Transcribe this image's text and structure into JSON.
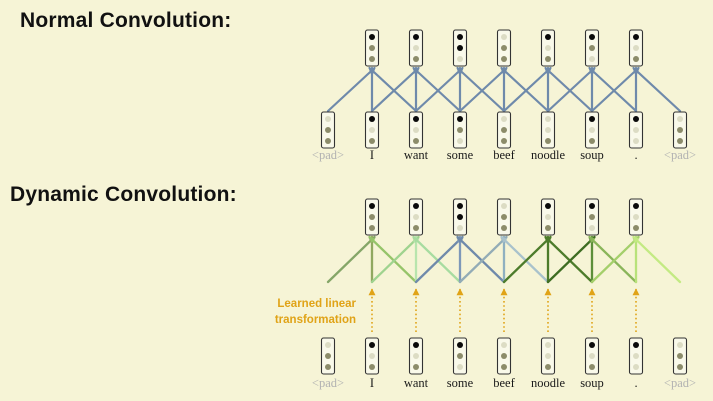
{
  "titles": {
    "normal": "Normal Convolution:",
    "dynamic": "Dynamic Convolution:"
  },
  "learned_label": [
    "Learned linear",
    "transformation"
  ],
  "tokens": [
    "<pad>",
    "I",
    "want",
    "some",
    "beef",
    "noodle",
    "soup",
    ".",
    "<pad>"
  ],
  "pad_flags": [
    true,
    false,
    false,
    false,
    false,
    false,
    false,
    false,
    true
  ],
  "input_vectors": [
    [
      "light",
      "mid",
      "mid"
    ],
    [
      "dark",
      "light",
      "mid"
    ],
    [
      "dark",
      "light",
      "mid"
    ],
    [
      "dark",
      "mid",
      "light"
    ],
    [
      "light",
      "mid",
      "mid"
    ],
    [
      "light",
      "light",
      "mid"
    ],
    [
      "dark",
      "light",
      "mid"
    ],
    [
      "dark",
      "light",
      "light"
    ],
    [
      "light",
      "mid",
      "mid"
    ]
  ],
  "output_vectors": [
    [
      "dark",
      "mid",
      "mid"
    ],
    [
      "dark",
      "light",
      "mid"
    ],
    [
      "dark",
      "dark",
      "light"
    ],
    [
      "light",
      "mid",
      "mid"
    ],
    [
      "dark",
      "light",
      "mid"
    ],
    [
      "dark",
      "mid",
      "light"
    ],
    [
      "dark",
      "light",
      "mid"
    ]
  ],
  "colors": {
    "background": "#f6f4d6",
    "normal_arrows": "#6f8aab",
    "learned_accent": "#e0a317",
    "dot_dark": "#0a0a0a",
    "dot_mid": "#8c8c6a",
    "dot_light": "#dcdcc4",
    "box_stroke": "#333333",
    "box_fill": "#f9f9ea",
    "dynamic_weights": [
      [
        "#85a668",
        "#90a860",
        "#96c46a"
      ],
      [
        "#9fd38f",
        "#b8e5ad",
        "#a7dca0"
      ],
      [
        "#6f8aab",
        "#7d98b9",
        "#6f8aab"
      ],
      [
        "#93acb6",
        "#8fb0c0",
        "#a9c2cc"
      ],
      [
        "#4d7c2b",
        "#4d7c2b",
        "#4d7c2b"
      ],
      [
        "#3e6d22",
        "#5c8f3a",
        "#8ab55a"
      ],
      [
        "#a4cf6b",
        "#b8e27a",
        "#c3ea83"
      ]
    ]
  }
}
